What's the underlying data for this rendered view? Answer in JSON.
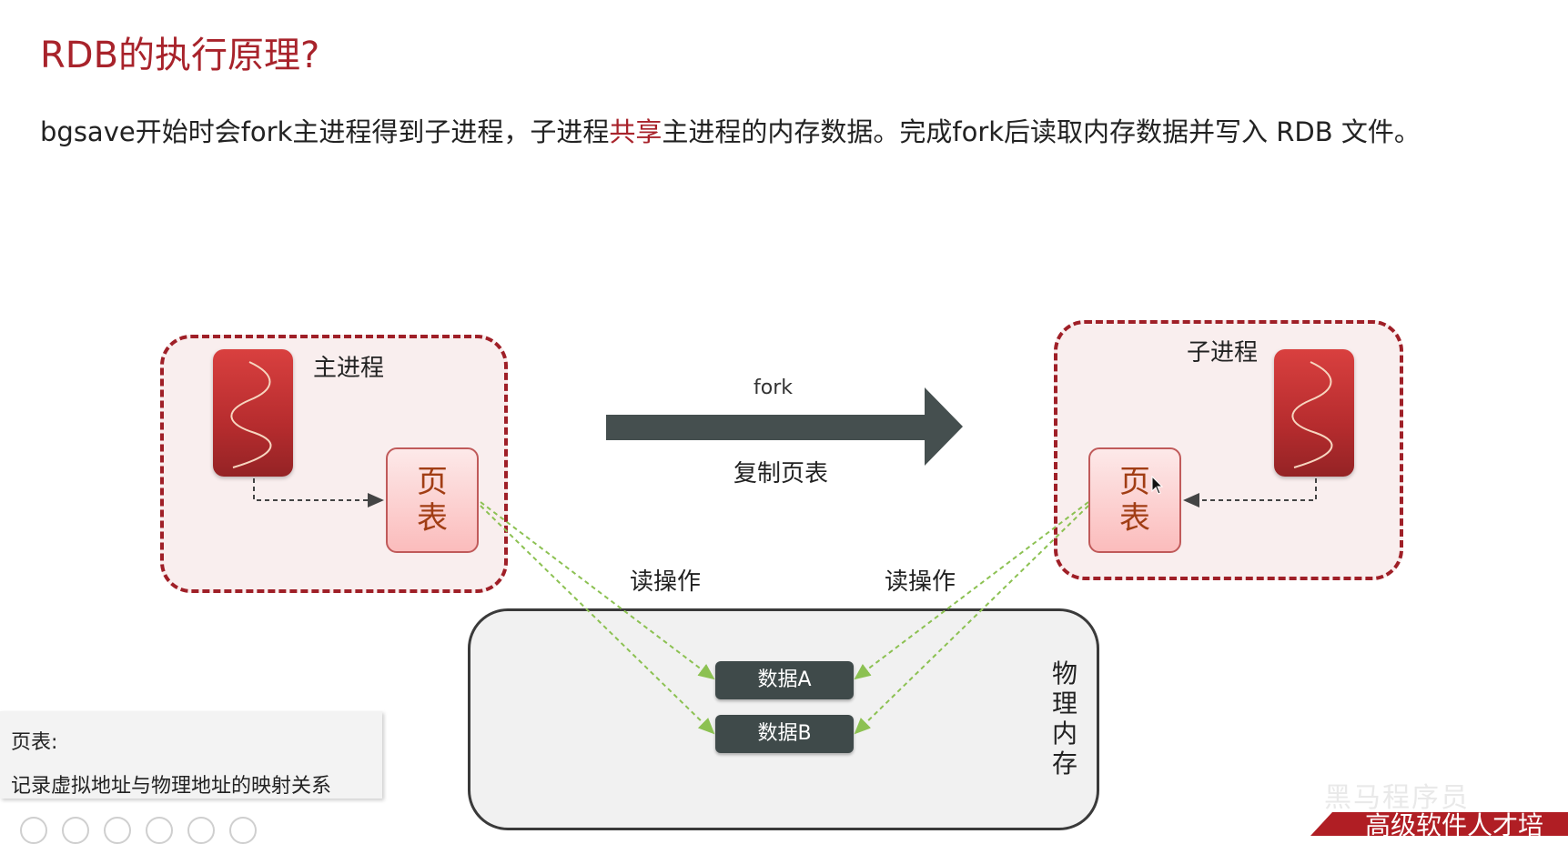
{
  "title": "RDB的执行原理?",
  "description": {
    "part1": "bgsave开始时会fork主进程得到子进程，子进程",
    "highlight": "共享",
    "part2": "主进程的内存数据。完成fork后读取内存数据并写入 RDB 文件。"
  },
  "main_process": {
    "label": "主进程",
    "page_table_line1": "页",
    "page_table_line2": "表"
  },
  "child_process": {
    "label": "子进程",
    "page_table_line1": "页",
    "page_table_line2": "表"
  },
  "fork_arrow": {
    "label": "fork",
    "sublabel": "复制页表"
  },
  "read_op_left": "读操作",
  "read_op_right": "读操作",
  "physical_memory": {
    "label_chars": [
      "物",
      "理",
      "内",
      "存"
    ],
    "data_a": "数据A",
    "data_b": "数据B"
  },
  "note": {
    "heading": "页表:",
    "body": "记录虚拟地址与物理地址的映射关系"
  },
  "watermark": "黑马程序员",
  "banner_text": "高级软件人才培",
  "colors": {
    "accent_red": "#a8232b",
    "process_red": "#b62c2e",
    "arrow_gray": "#454f4f",
    "link_green": "#8cc152"
  }
}
